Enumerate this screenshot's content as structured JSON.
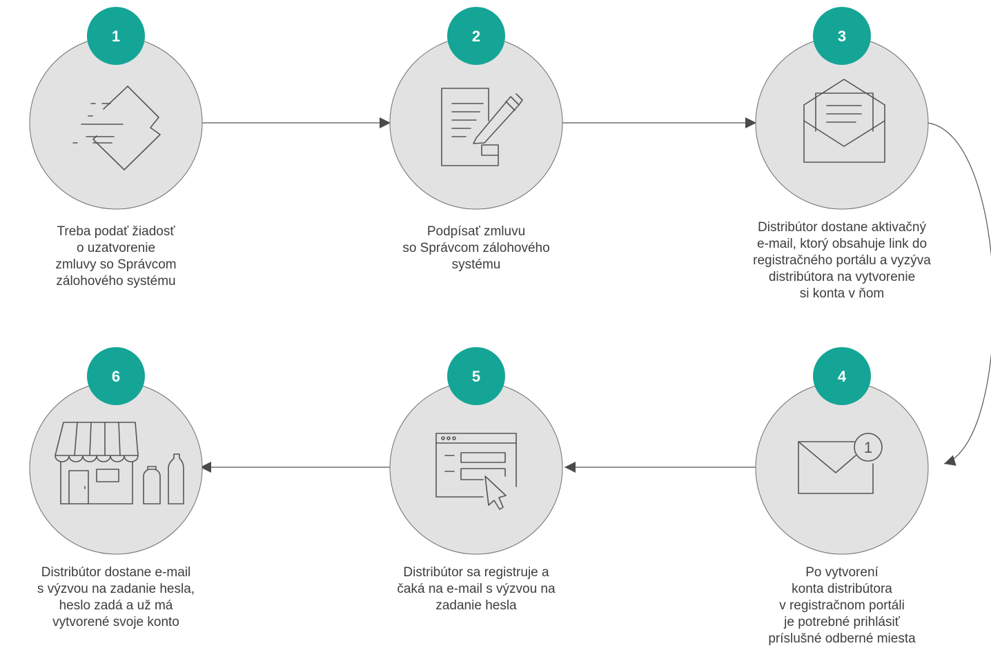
{
  "colors": {
    "circle_fill": "#e2e2e2",
    "circle_stroke": "#6d6d6d",
    "badge": "#14a596",
    "badge_text": "#ffffff",
    "connector": "#555555",
    "icon_stroke": "#555555"
  },
  "steps": [
    {
      "number": "1",
      "icon": "paper-plane-icon",
      "caption": "Treba podať žiadosť\no uzatvorenie\nzmluvy so Správcom\nzálohového systému"
    },
    {
      "number": "2",
      "icon": "sign-contract-icon",
      "caption": "Podpísať zmluvu\nso Správcom zálohového\nsystému"
    },
    {
      "number": "3",
      "icon": "open-envelope-icon",
      "caption": "Distribútor dostane aktivačný\ne-mail, ktorý obsahuje link do\nregistračného portálu a vyzýva\ndistribútora na vytvorenie\nsi konta v ňom"
    },
    {
      "number": "4",
      "icon": "email-notification-icon",
      "caption": "Po vytvorení\nkonta distribútora\nv registračnom portáli\nje potrebné prihlásiť\npríslušné odberné miesta"
    },
    {
      "number": "5",
      "icon": "web-form-click-icon",
      "caption": "Distribútor sa registruje a\nčaká na e-mail s výzvou na\nzadanie hesla"
    },
    {
      "number": "6",
      "icon": "shop-with-bottles-icon",
      "caption": "Distribútor dostane e-mail\ns výzvou na zadanie hesla,\nheslo zadá a už má\nvytvorené svoje konto"
    }
  ]
}
